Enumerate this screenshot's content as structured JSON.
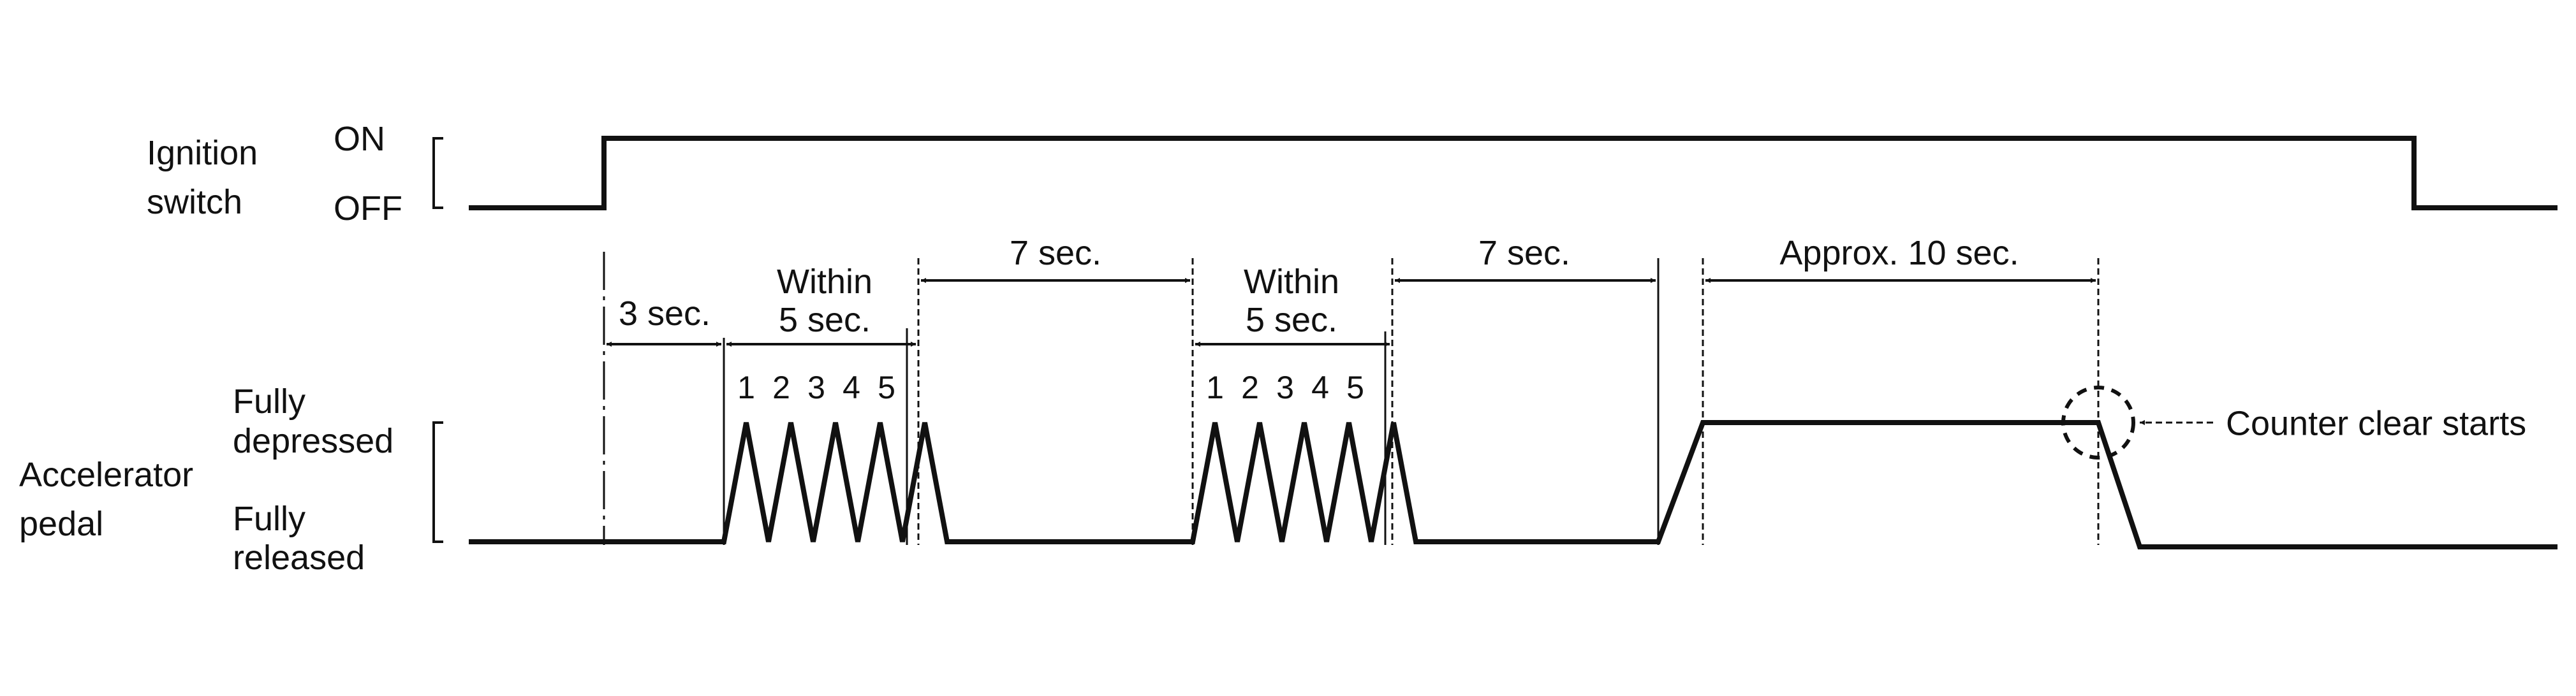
{
  "ignition": {
    "name_line1": "Ignition",
    "name_line2": "switch",
    "on": "ON",
    "off": "OFF"
  },
  "pedal": {
    "name_line1": "Accelerator",
    "name_line2": "pedal",
    "depressed_line1": "Fully",
    "depressed_line2": "depressed",
    "released_line1": "Fully",
    "released_line2": "released"
  },
  "intervals": {
    "wait1": "3 sec.",
    "within_line1": "Within",
    "within_line2": "5 sec.",
    "seven": "7 sec.",
    "approx": "Approx. 10 sec."
  },
  "presses": [
    "1",
    "2",
    "3",
    "4",
    "5"
  ],
  "annotation": "Counter clear starts"
}
